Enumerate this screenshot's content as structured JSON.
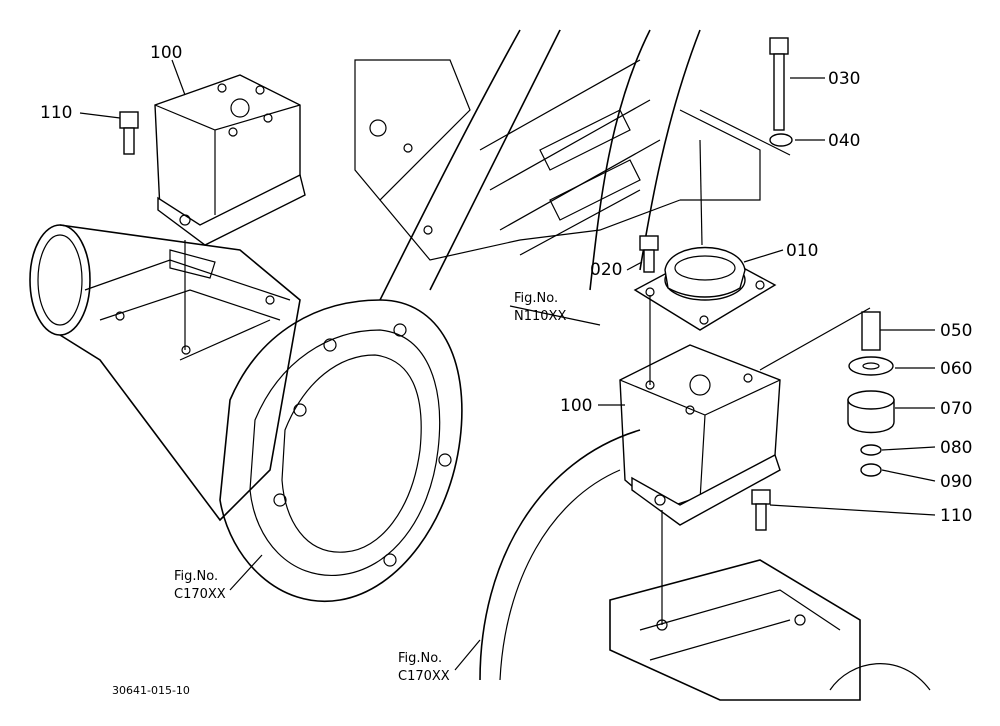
{
  "labels": {
    "p100_top": "100",
    "p110_top": "110",
    "p030": "030",
    "p040": "040",
    "p010": "010",
    "p020": "020",
    "p050": "050",
    "p060": "060",
    "p070": "070",
    "p080": "080",
    "p090": "090",
    "p100_bottom": "100",
    "p110_bottom": "110"
  },
  "figrefs": {
    "n110_line1": "Fig.No.",
    "n110_line2": "N110XX",
    "c170_left_line1": "Fig.No.",
    "c170_left_line2": "C170XX",
    "c170_bottom_line1": "Fig.No.",
    "c170_bottom_line2": "C170XX"
  },
  "drawing_code": "30641-015-10"
}
